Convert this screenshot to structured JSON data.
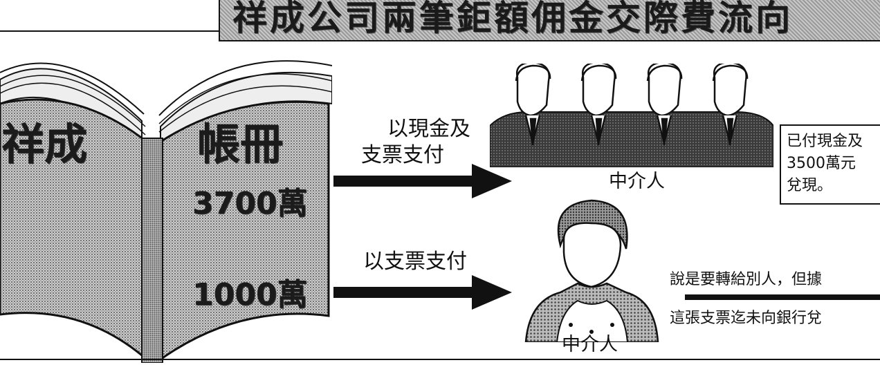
{
  "title": "祥成公司兩筆鉅額佣金交際費流向",
  "book": {
    "left_label": "祥成",
    "right_label": "帳冊",
    "amount_top": "3700萬",
    "amount_bottom": "1000萬"
  },
  "flow_top": {
    "label_line1": "以現金及",
    "label_line2": "支票支付",
    "recipient_label": "中介人"
  },
  "flow_bottom": {
    "label": "以支票支付",
    "recipient_label": "中介人"
  },
  "note_top": {
    "line1": "已付現金及",
    "line2": "3500萬元",
    "line3": "兌現。"
  },
  "note_bottom": {
    "line1": "說是要轉給別人，但據",
    "line2": "這張支票迄未向銀行兌"
  },
  "colors": {
    "ink": "#111111",
    "halftone_dark": "#8a8a8a",
    "halftone_light": "#c8c8c8",
    "paper": "#ffffff"
  }
}
